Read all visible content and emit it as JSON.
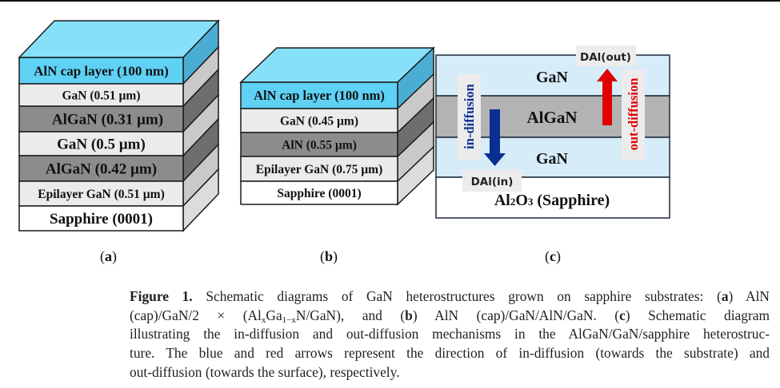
{
  "figure": {
    "panels": {
      "a": {
        "label": "a",
        "top_color": "#87e0fa",
        "layers": [
          {
            "text": "AlN cap layer (100 nm)",
            "fill": "#5ed1f5",
            "side": "#4aaed4"
          },
          {
            "text": "GaN (0.51 µm)",
            "fill": "#ebebeb",
            "side": "#c9c9c9"
          },
          {
            "text": "AlGaN (0.31 µm)",
            "fill": "#8c8c8c",
            "side": "#6e6e6e"
          },
          {
            "text": "GaN (0.5 µm)",
            "fill": "#ebebeb",
            "side": "#c9c9c9"
          },
          {
            "text": "AlGaN (0.42 µm)",
            "fill": "#8c8c8c",
            "side": "#6e6e6e"
          },
          {
            "text": "Epilayer GaN (0.51 µm)",
            "fill": "#ebebeb",
            "side": "#c9c9c9"
          },
          {
            "text": "Sapphire (0001)",
            "fill": "#ffffff",
            "side": "#dcdcdc"
          }
        ]
      },
      "b": {
        "label": "b",
        "top_color": "#87e0fa",
        "layers": [
          {
            "text": "AlN cap layer (100 nm)",
            "fill": "#5ed1f5",
            "side": "#4aaed4"
          },
          {
            "text": "GaN (0.45 µm)",
            "fill": "#ebebeb",
            "side": "#c9c9c9"
          },
          {
            "text": "AlN (0.55 µm)",
            "fill": "#8c8c8c",
            "side": "#6e6e6e"
          },
          {
            "text": "Epilayer GaN (0.75 µm)",
            "fill": "#ebebeb",
            "side": "#c9c9c9"
          },
          {
            "text": "Sapphire (0001)",
            "fill": "#ffffff",
            "side": "#dcdcdc"
          }
        ]
      },
      "c": {
        "label": "c",
        "layers": [
          {
            "text": "GaN",
            "fill": "#d6ecf8"
          },
          {
            "text": "AlGaN",
            "fill": "#b3b3b3"
          },
          {
            "text": "GaN",
            "fill": "#d6ecf8"
          },
          {
            "text": "Al2O3 (Sapphire)",
            "fill": "#ffffff"
          }
        ],
        "sapphire_parts": {
          "al": "Al",
          "two": "2",
          "o": "O",
          "three": "3",
          "rest": " (Sapphire)"
        },
        "in_diffusion": {
          "label": "in-diffusion",
          "endpoint": "DAl(in)",
          "color": "#0b2f91"
        },
        "out_diffusion": {
          "label": "out-diffusion",
          "endpoint": "DAl(out)",
          "color": "#e00000"
        },
        "tag_bg": "#ececec"
      }
    },
    "caption": {
      "figure_label": "Figure 1.",
      "line1_text": " Schematic diagrams of GaN heterostructures grown on sapphire substrates: (",
      "a": "a",
      "line1_end": ") AlN",
      "line2_pre": "(cap)/GaN/2 × (Al",
      "sub_x": "x",
      "ga": "Ga",
      "sub_1x": "1−x",
      "line2_mid": "N/GaN), and (",
      "b": "b",
      "line2_mid2": ") AlN (cap)/GaN/AlN/GaN. (",
      "c": "c",
      "line2_end": ") Schematic diagram",
      "line3": "illustrating the in-diffusion and out-diffusion mechanisms in the AlGaN/GaN/sapphire heterostruc-",
      "line4": "ture.  The blue and red arrows represent the direction of in-diffusion (towards the substrate) and",
      "line5": "out-diffusion (towards the surface), respectively."
    }
  }
}
